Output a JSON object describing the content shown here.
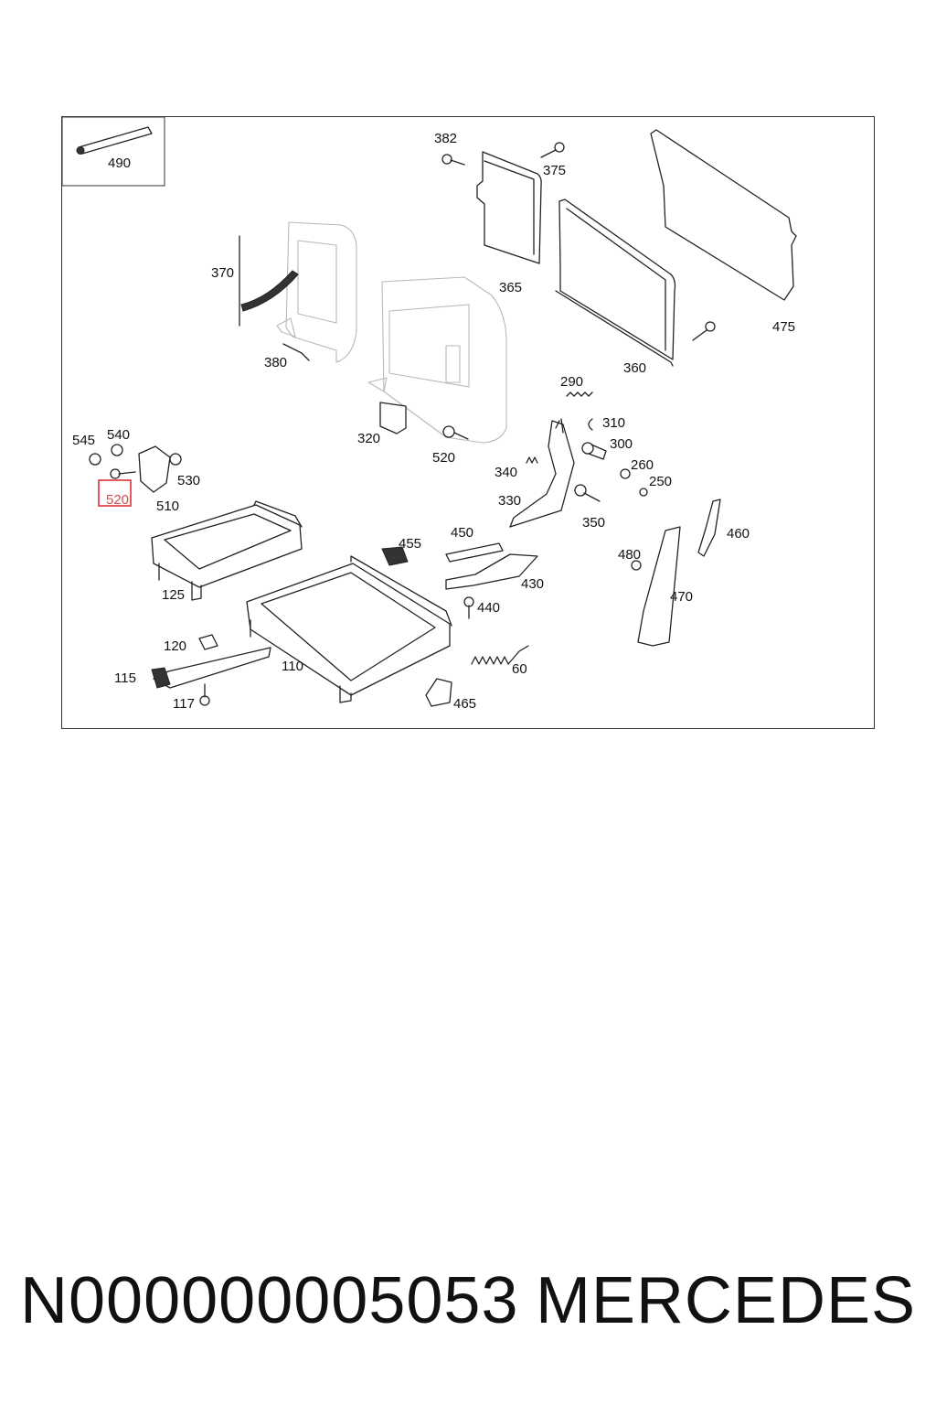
{
  "diagram": {
    "callouts": [
      "490",
      "382",
      "375",
      "365",
      "360",
      "475",
      "370",
      "380",
      "320",
      "520",
      "290",
      "310",
      "300",
      "260",
      "250",
      "340",
      "330",
      "350",
      "545",
      "540",
      "530",
      "510",
      "450",
      "455",
      "430",
      "440",
      "460",
      "480",
      "470",
      "125",
      "110",
      "120",
      "115",
      "117",
      "60",
      "465"
    ],
    "highlighted_callout": "520"
  },
  "footer": {
    "part_number": "N000000005053",
    "brand": "MERCEDES"
  },
  "colors": {
    "highlight": "#e0303a",
    "line": "#222222",
    "ghost_outline": "#b8b8b8"
  }
}
